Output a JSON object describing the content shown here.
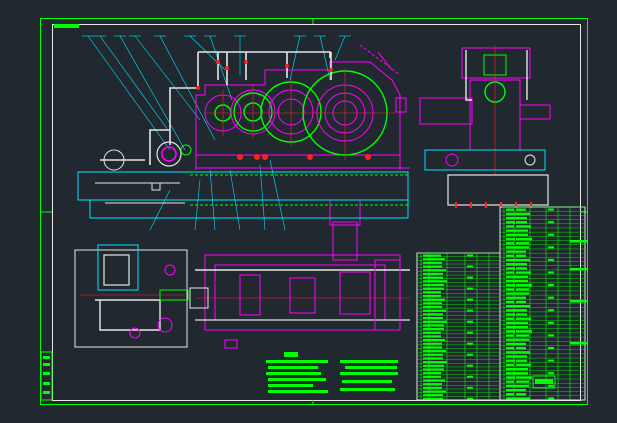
{
  "drawing": {
    "type": "gearbox assembly drawing",
    "colors": {
      "background": "#212830",
      "frame": "#00ff00",
      "border": "#e6e6e6",
      "housing": "#ff00ff",
      "leader": "#00e5ff",
      "gear": "#00ff00",
      "centerline": "#ff2020",
      "text": "#00ff00"
    },
    "notes_lines": 9,
    "table_rows": 36
  }
}
